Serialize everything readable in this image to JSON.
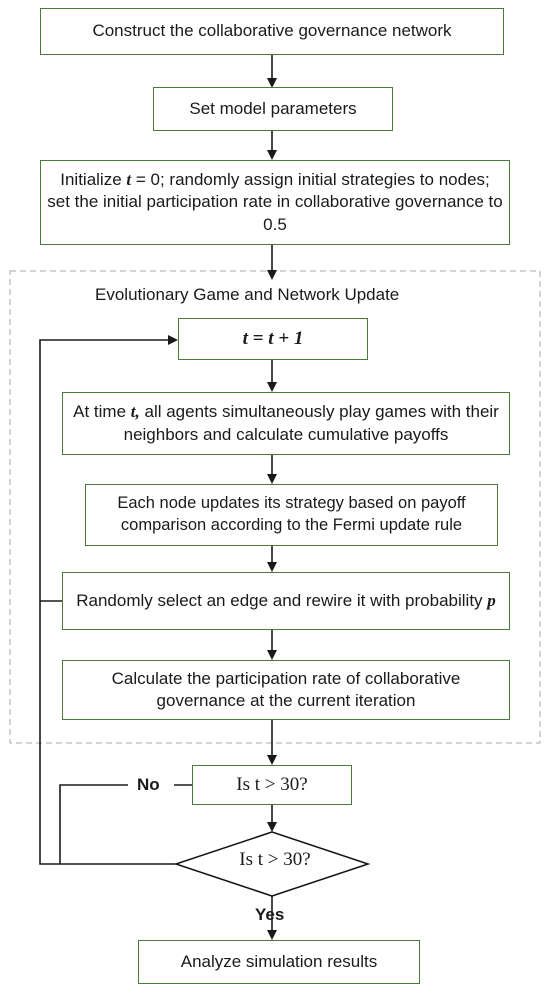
{
  "steps": {
    "construct": "Construct the collaborative governance network",
    "set_params": "Set model parameters",
    "init_a": "Initialize",
    "init_var": "t",
    "init_b": "= 0; randomly assign initial strategies to nodes; set the initial participation rate in collaborative governance to 0.5",
    "increment": "t = t + 1",
    "play_a": "At time",
    "play_var": "t,",
    "play_b": "all agents simultaneously play games with their neighbors and calculate cumulative payoffs",
    "update": "Each node updates its strategy based on payoff comparison according to the Fermi update rule",
    "rewire_a": "Randomly select an edge and rewire it with probability",
    "rewire_var": "p",
    "calc": "Calculate the participation rate of collaborative governance at the current iteration",
    "check_rect": "Is t > 30?",
    "check_diamond": "Is t > 30?",
    "analyze": "Analyze simulation results"
  },
  "group_title": "Evolutionary Game and Network Update",
  "labels": {
    "no": "No",
    "yes": "Yes"
  },
  "colors": {
    "box_border": "#4a7a3a",
    "line": "#1a1a1a",
    "dashed": "#aaaaaa"
  }
}
